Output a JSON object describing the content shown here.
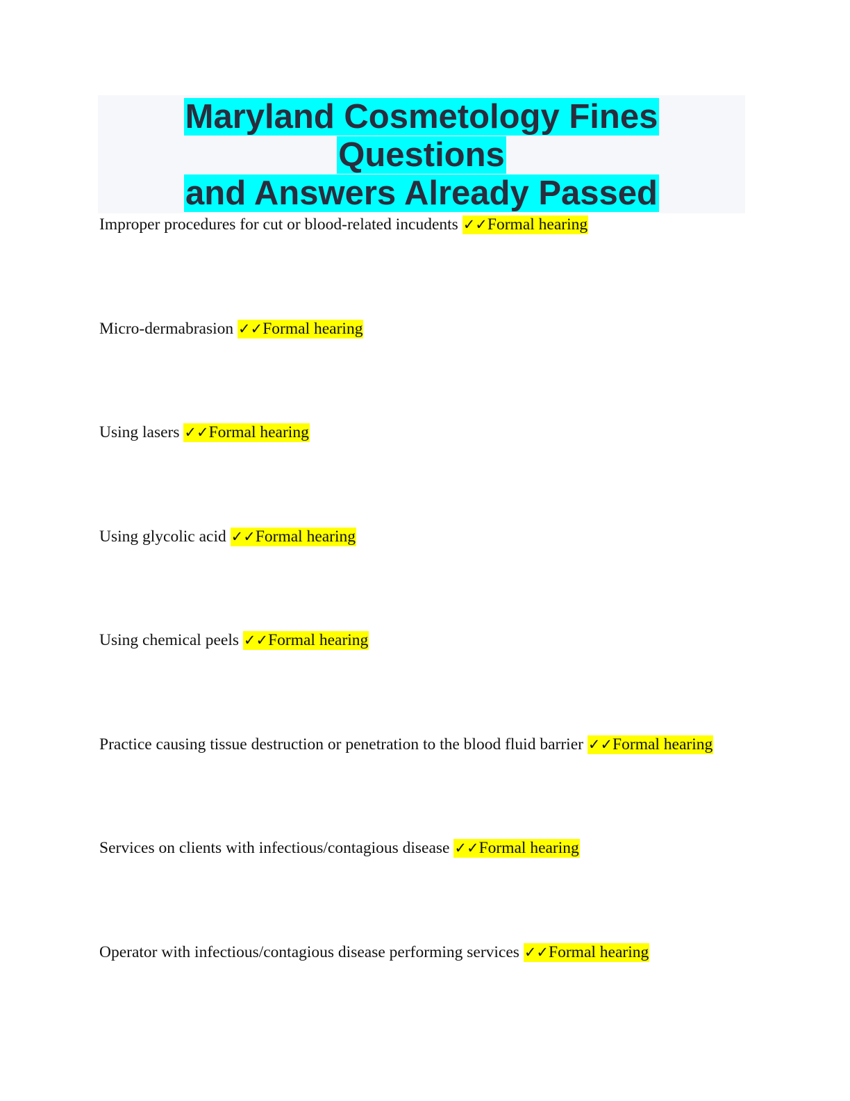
{
  "document": {
    "title_line1": "Maryland Cosmetology Fines Questions",
    "title_line2": "and Answers Already Passed"
  },
  "colors": {
    "title_highlight": "#00ffff",
    "answer_highlight": "#ffff00",
    "title_panel": "#f6f7fb",
    "title_text": "#2a2d3d"
  },
  "qa_items": [
    {
      "question": "Improper procedures for cut or blood-related incudents",
      "marker": "✓✓",
      "answer": "Formal hearing"
    },
    {
      "question": "Micro-dermabrasion",
      "marker": "✓✓",
      "answer": "Formal hearing"
    },
    {
      "question": "Using lasers",
      "marker": "✓✓",
      "answer": "Formal hearing"
    },
    {
      "question": "Using glycolic acid",
      "marker": "✓✓",
      "answer": "Formal hearing"
    },
    {
      "question": "Using chemical peels",
      "marker": "✓✓",
      "answer": "Formal hearing"
    },
    {
      "question": "Practice causing tissue destruction or penetration to the blood fluid barrier",
      "marker": "✓✓",
      "answer": "Formal hearing"
    },
    {
      "question": "Services on clients with infectious/contagious disease",
      "marker": "✓✓",
      "answer": "Formal hearing"
    },
    {
      "question": "Operator with infectious/contagious disease performing services",
      "marker": "✓✓",
      "answer": "Formal hearing"
    }
  ]
}
